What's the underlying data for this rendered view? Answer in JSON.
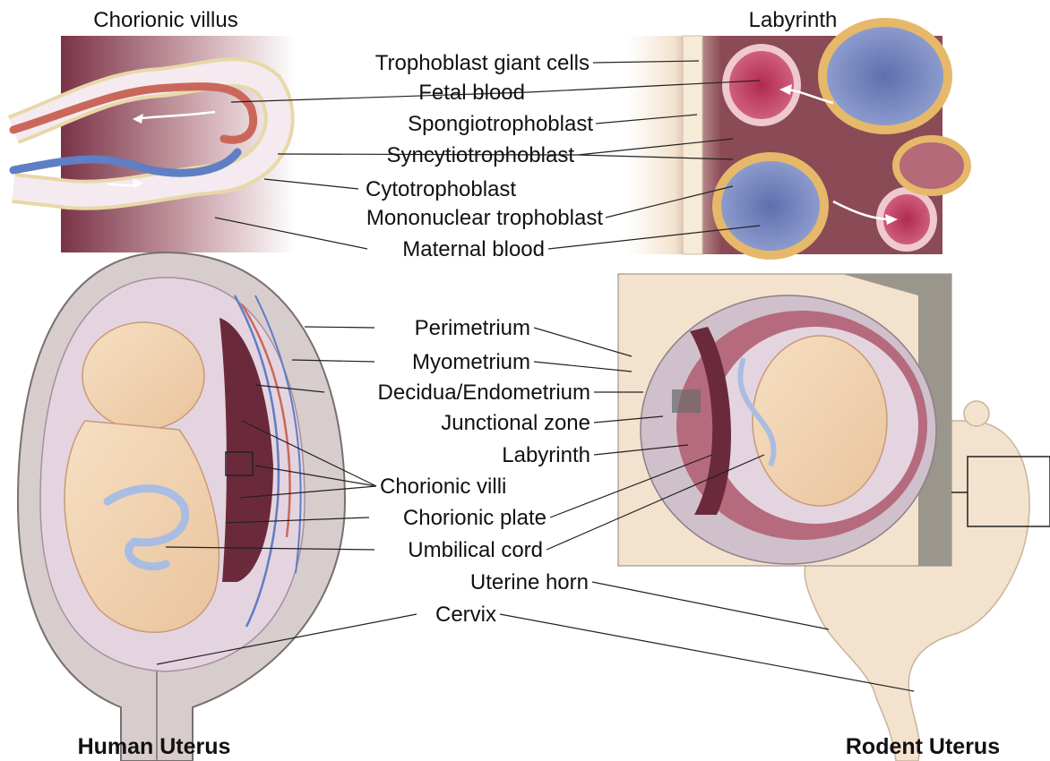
{
  "panels": {
    "chorionic_villus_title": "Chorionic villus",
    "labyrinth_title": "Labyrinth"
  },
  "labels": {
    "trophoblast_giant_cells": "Trophoblast giant cells",
    "fetal_blood": "Fetal blood",
    "spongiotrophoblast": "Spongiotrophoblast",
    "syncytiotrophoblast": "Syncytiotrophoblast",
    "cytotrophoblast": "Cytotrophoblast",
    "mononuclear_trophoblast": "Mononuclear trophoblast",
    "maternal_blood": "Maternal blood",
    "perimetrium": "Perimetrium",
    "myometrium": "Myometrium",
    "decidua_endometrium": "Decidua/Endometrium",
    "junctional_zone": "Junctional zone",
    "labyrinth": "Labyrinth",
    "chorionic_villi": "Chorionic villi",
    "chorionic_plate": "Chorionic plate",
    "umbilical_cord": "Umbilical cord",
    "uterine_horn": "Uterine horn",
    "cervix": "Cervix"
  },
  "captions": {
    "human": "Human Uterus",
    "rodent": "Rodent Uterus"
  },
  "colors": {
    "maternal_blood": "#8a3a4e",
    "fetal_artery_red": "#c9685a",
    "fetal_vein_blue": "#5f7ec4",
    "uterine_wall": "#d8cdcd",
    "placenta_dark": "#6b2a3c",
    "skin": "#f2d7b8",
    "labyrinth_blue": "#7c8ec4",
    "labyrinth_pink": "#c2405f",
    "trophoblast_gold": "#e6b86a"
  }
}
